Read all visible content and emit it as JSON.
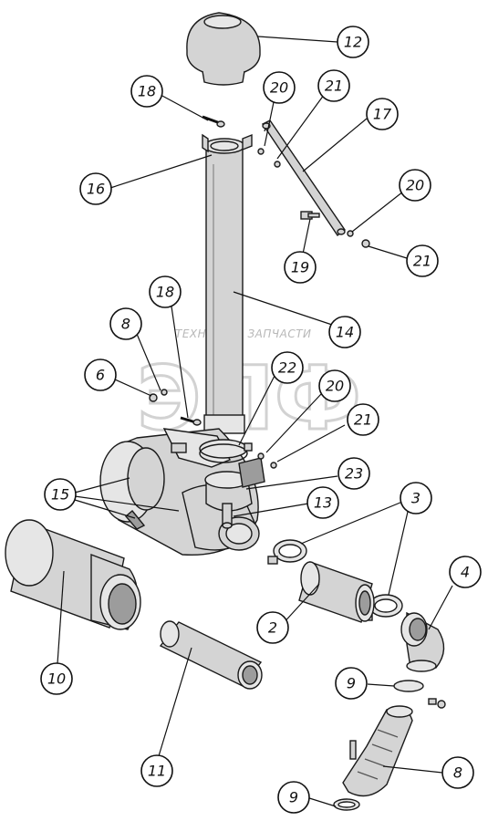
{
  "watermark": {
    "text": "ТЕХНИКА И ЗАПЧАСТИ",
    "logo": "ЭПФ"
  },
  "callouts": [
    {
      "id": "c12",
      "label": "12"
    },
    {
      "id": "c18a",
      "label": "18"
    },
    {
      "id": "c20a",
      "label": "20"
    },
    {
      "id": "c21a",
      "label": "21"
    },
    {
      "id": "c17",
      "label": "17"
    },
    {
      "id": "c16",
      "label": "16"
    },
    {
      "id": "c20b",
      "label": "20"
    },
    {
      "id": "c21b",
      "label": "21"
    },
    {
      "id": "c19",
      "label": "19"
    },
    {
      "id": "c18b",
      "label": "18"
    },
    {
      "id": "c8a",
      "label": "8"
    },
    {
      "id": "c14",
      "label": "14"
    },
    {
      "id": "c6",
      "label": "6"
    },
    {
      "id": "c22",
      "label": "22"
    },
    {
      "id": "c20c",
      "label": "20"
    },
    {
      "id": "c21c",
      "label": "21"
    },
    {
      "id": "c15",
      "label": "15"
    },
    {
      "id": "c23",
      "label": "23"
    },
    {
      "id": "c13",
      "label": "13"
    },
    {
      "id": "c3",
      "label": "3"
    },
    {
      "id": "c4",
      "label": "4"
    },
    {
      "id": "c2",
      "label": "2"
    },
    {
      "id": "c10",
      "label": "10"
    },
    {
      "id": "c9a",
      "label": "9"
    },
    {
      "id": "c11",
      "label": "11"
    },
    {
      "id": "c8b",
      "label": "8"
    },
    {
      "id": "c9b",
      "label": "9"
    }
  ]
}
